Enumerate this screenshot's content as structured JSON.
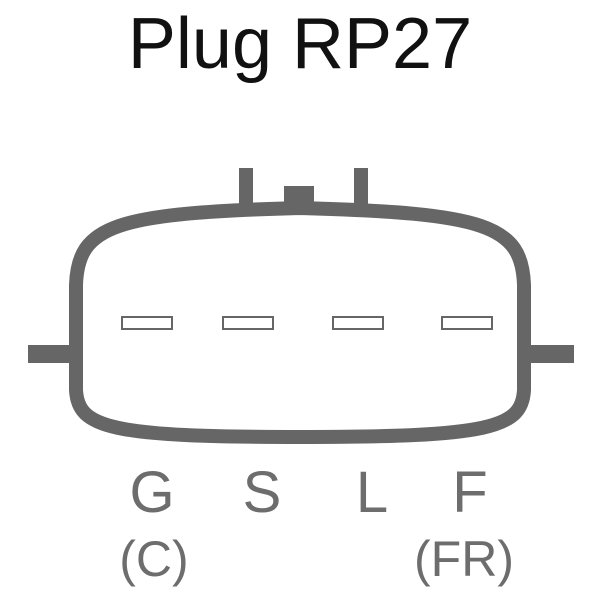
{
  "title": "Plug RP27",
  "colors": {
    "outline": "#666666",
    "title_text": "#111111",
    "label_text": "#6d6d6d",
    "background": "#ffffff"
  },
  "pins": [
    {
      "label": "G",
      "sublabel": "(C)"
    },
    {
      "label": "S",
      "sublabel": ""
    },
    {
      "label": "L",
      "sublabel": ""
    },
    {
      "label": "F",
      "sublabel": "(FR)"
    }
  ]
}
